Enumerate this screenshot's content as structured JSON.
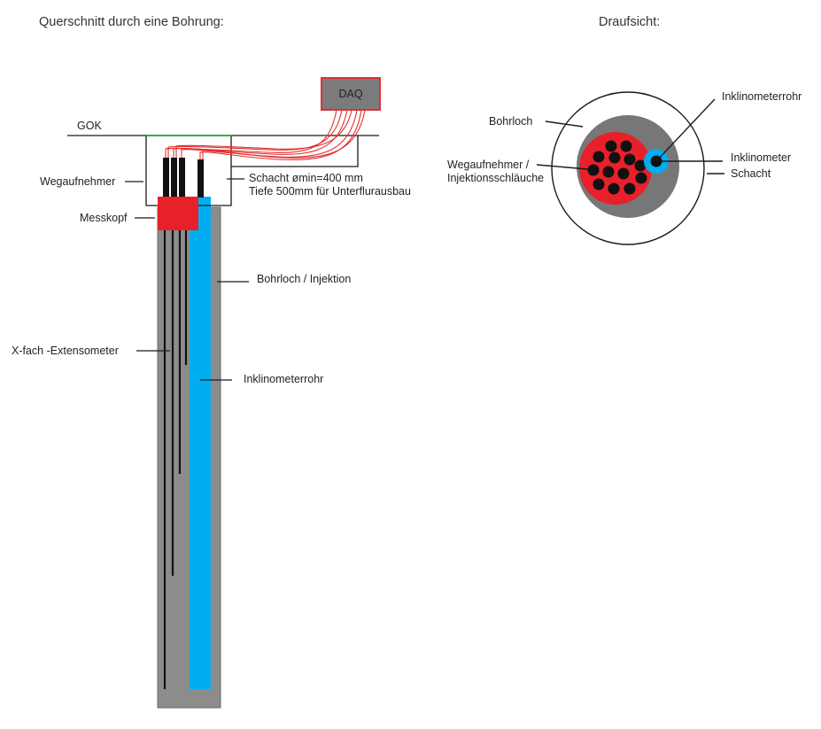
{
  "titles": {
    "section": "Querschnitt durch eine Bohrung:",
    "top_view": "Draufsicht:"
  },
  "section_labels": {
    "daq": "DAQ",
    "gok": "GOK",
    "wegaufnehmer": "Wegaufnehmer",
    "schacht_line1": "Schacht ømin=400 mm",
    "schacht_line2": "Tiefe 500mm für Unterflurausbau",
    "messkopf": "Messkopf",
    "bohrloch_injektion": "Bohrloch / Injektion",
    "extensometer": "X-fach -Extensometer",
    "inklinometerrohr": "Inklinometerrohr"
  },
  "top_view_labels": {
    "inklinometerrohr": "Inklinometerrohr",
    "bohrloch": "Bohrloch",
    "wegaufnehmer_line1": "Wegaufnehmer /",
    "wegaufnehmer_line2": "Injektionsschläuche",
    "inklinometer": "Inklinometer",
    "schacht": "Schacht"
  },
  "colors": {
    "grout_gray": "#8c8c8c",
    "ring_gray": "#777777",
    "messkopf_red": "#e8202a",
    "cable_red": "#e03030",
    "inclinometer_blue": "#00aeef",
    "surface_green": "#2db34a",
    "rod_black": "#111111",
    "line_black": "#1a1a1a"
  }
}
